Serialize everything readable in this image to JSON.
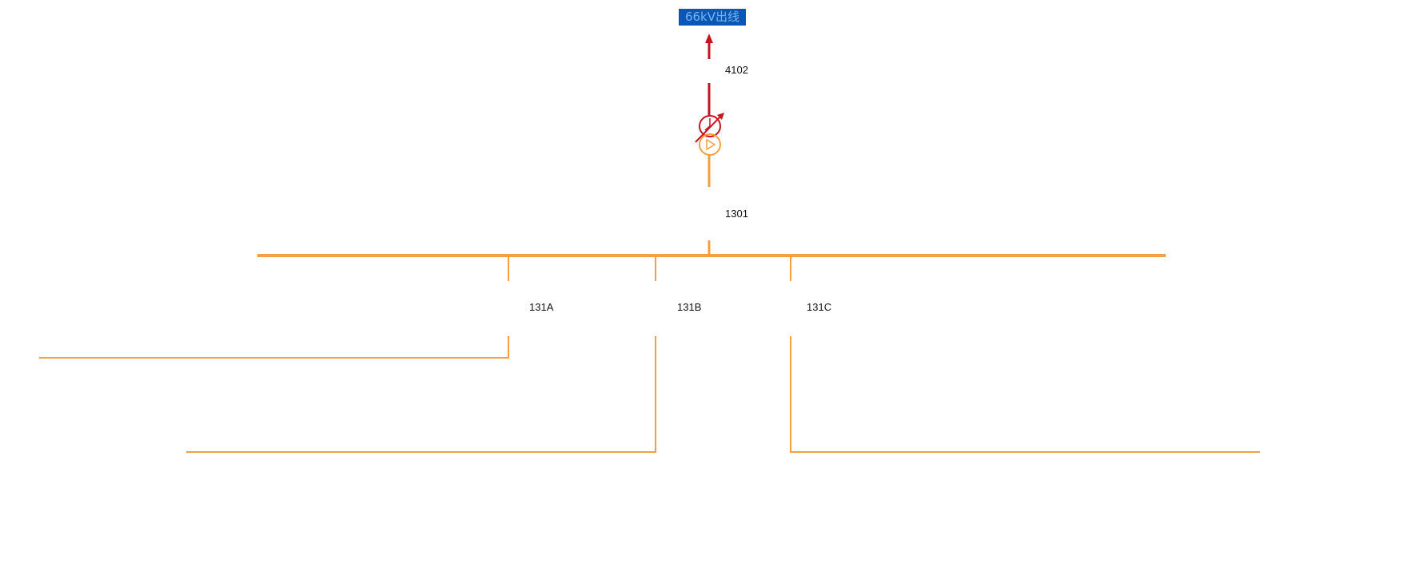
{
  "title": "66kV出线",
  "labels": {
    "hv_switch": "4102",
    "lv_switch": "1301",
    "feeder_a": "131A",
    "feeder_b": "131B",
    "feeder_c": "131C"
  },
  "colors": {
    "hv_line": "#c8141e",
    "lv_line": "#f5a040",
    "title_bg": "#0b57b5",
    "title_text": "#74b5f0",
    "label_text": "#111111"
  },
  "icons": {
    "outgoing_arrow": "arrow-up-icon",
    "transformer": "two-winding-transformer-icon"
  }
}
